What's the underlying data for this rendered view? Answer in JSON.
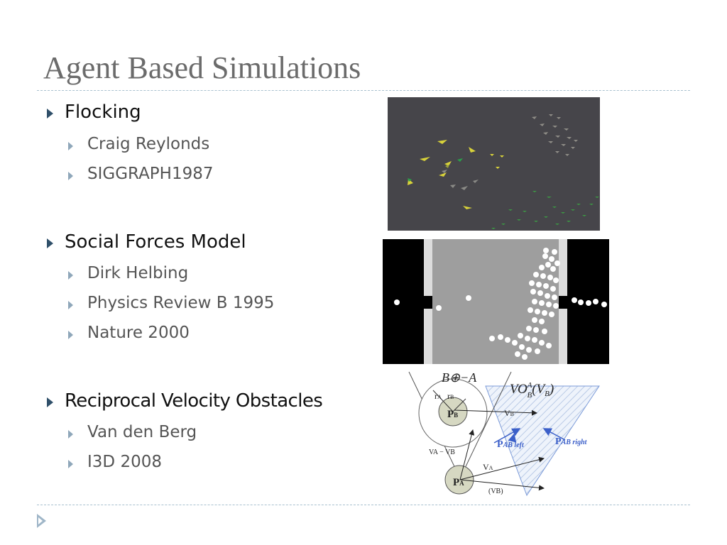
{
  "slide": {
    "title": "Agent Based Simulations"
  },
  "sections": [
    {
      "heading": "Flocking",
      "items": [
        "Craig Reylonds",
        "SIGGRAPH1987"
      ]
    },
    {
      "heading": "Social Forces Model",
      "items": [
        "Dirk Helbing",
        "Physics Review B 1995",
        "Nature 2000"
      ]
    },
    {
      "heading": "Reciprocal Velocity Obstacles",
      "items": [
        "Van den Berg",
        "I3D 2008"
      ]
    }
  ],
  "rvo_diagram": {
    "minkowski_label": "B⊕−A",
    "vo_label": "VO",
    "vo_sup": "A",
    "vo_sub": "B",
    "vo_arg": "(V",
    "vo_arg_sub": "B",
    "vo_arg_close": ")",
    "r_a": "r",
    "r_a_sub": "A",
    "r_b": "r",
    "r_b_sub": "B",
    "p_b": "P",
    "p_b_sub": "B",
    "p_a": "P",
    "p_a_sub": "A",
    "v_b": "V",
    "v_b_sub": "B",
    "v_a": "V",
    "v_a_sub": "A",
    "v_a_minus_v_b": "VA − VB",
    "paren_v_b": "(VB)",
    "p_left": "P",
    "p_left_sub": "AB left",
    "p_right": "P",
    "p_right_sub": "AB right"
  },
  "colors": {
    "title": "#6b6b6b",
    "bullet_dark": "#30506a",
    "bullet_light": "#8fa7ba",
    "flock_bg": "#46454a",
    "corridor_wall": "#000000",
    "corridor_floor": "#9e9e9e",
    "vo_blue": "#3b5fc9"
  }
}
